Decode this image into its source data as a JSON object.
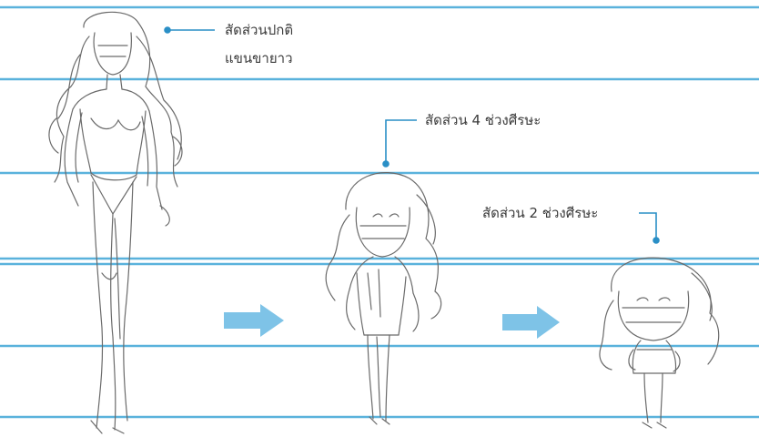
{
  "colors": {
    "guide_line": "#5ab2dc",
    "arrow": "#7ec3e7",
    "callout": "#2a8fc6",
    "sketch": "#6a6a6a"
  },
  "labels": {
    "normal_line1": "สัดส่วนปกติ",
    "normal_line2": "แขนขายาว",
    "four_heads": "สัดส่วน 4 ช่วงศีรษะ",
    "two_heads": "สัดส่วน 2 ช่วงศีรษะ"
  },
  "figures": [
    {
      "name": "normal-proportion-figure",
      "head_units": "normal"
    },
    {
      "name": "four-head-figure",
      "head_units": 4
    },
    {
      "name": "two-head-figure",
      "head_units": 2
    }
  ]
}
